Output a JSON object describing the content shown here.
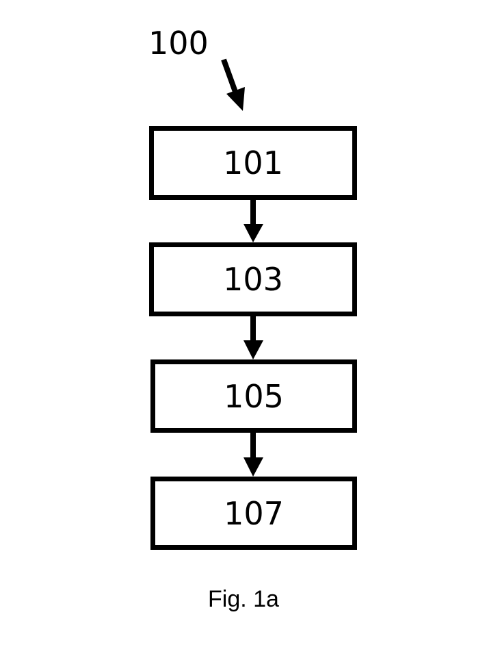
{
  "diagram": {
    "reference_label": "100",
    "steps": [
      {
        "label": "101"
      },
      {
        "label": "103"
      },
      {
        "label": "105"
      },
      {
        "label": "107"
      }
    ],
    "caption": "Fig. 1a"
  },
  "colors": {
    "ink": "#000000",
    "background": "#ffffff"
  }
}
